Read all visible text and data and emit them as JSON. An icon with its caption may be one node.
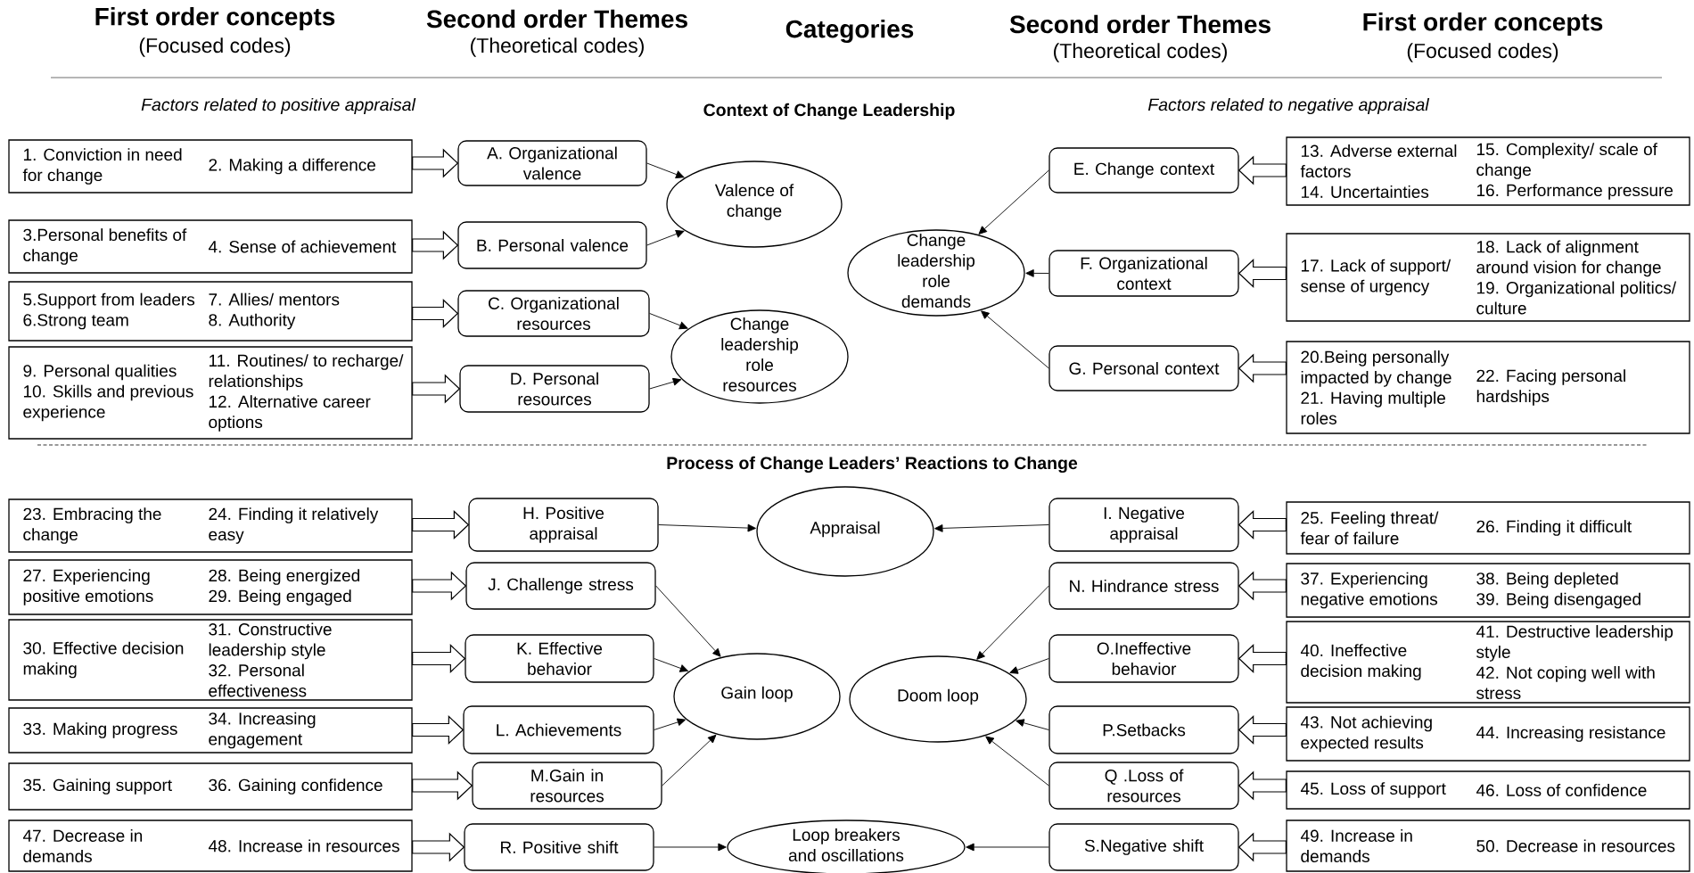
{
  "diagram": {
    "nodes": [
      {
        "text": [
          "1. Conviction in need for change",
          "2. Making a difference"
        ]
      },
      {
        "text": [
          "3.Personal benefits of change",
          "4. Sense of achievement"
        ]
      },
      {
        "text": [
          "5.Support from leaders",
          "6.Strong team",
          "7. Allies/ mentors",
          "8. Authority"
        ]
      },
      {
        "text": [
          "9. Personal qualities",
          "10. Skills and previous experience",
          "11. Routines/ to recharge/ relationships",
          "12. Alternative career options"
        ]
      },
      {
        "text": [
          "A. Organizational valence"
        ]
      },
      {
        "text": [
          "B. Personal valence"
        ]
      },
      {
        "text": [
          "C. Organizational resources"
        ]
      },
      {
        "text": [
          "D. Personal resources"
        ]
      },
      {
        "text": [
          "Valence of change"
        ]
      },
      {
        "text": [
          "Change leadership role resources"
        ]
      },
      {
        "text": [
          "Change leadership role demands"
        ]
      },
      {
        "text": [
          "E. Change context"
        ]
      },
      {
        "text": [
          "F. Organizational context"
        ]
      },
      {
        "text": [
          "G. Personal context"
        ]
      },
      {
        "text": [
          "13. Adverse external factors",
          "14. Uncertainties",
          "15. Complexity/ scale of change",
          "16. Performance pressure"
        ]
      },
      {
        "text": [
          "17. Lack of support/ sense of urgency",
          "18. Lack of alignment around vision for change",
          "19. Organizational politics/ culture"
        ]
      },
      {
        "text": [
          "20.Being personally impacted by change",
          "21. Having multiple roles",
          "22. Facing personal hardships"
        ]
      },
      {
        "text": [
          "23. Embracing the change",
          "24. Finding it relatively easy"
        ]
      },
      {
        "text": [
          "27. Experiencing positive emotions",
          "28. Being energized",
          "29. Being engaged"
        ]
      },
      {
        "text": [
          "30. Effective decision making",
          "31. Constructive leadership style",
          "32. Personal effectiveness"
        ]
      },
      {
        "text": [
          "33. Making progress",
          "34. Increasing engagement"
        ]
      },
      {
        "text": [
          "35. Gaining support",
          "36. Gaining confidence"
        ]
      },
      {
        "text": [
          "47. Decrease in demands",
          "48. Increase in resources"
        ]
      },
      {
        "text": [
          "H. Positive appraisal"
        ]
      },
      {
        "text": [
          "J. Challenge stress"
        ]
      },
      {
        "text": [
          "K. Effective behavior"
        ]
      },
      {
        "text": [
          "L. Achievements"
        ]
      },
      {
        "text": [
          "M.Gain in resources"
        ]
      },
      {
        "text": [
          "R. Positive shift"
        ]
      },
      {
        "text": [
          "Appraisal"
        ]
      },
      {
        "text": [
          "Gain loop"
        ]
      },
      {
        "text": [
          "Doom loop"
        ]
      },
      {
        "text": [
          "Loop breakers and oscillations"
        ]
      },
      {
        "text": [
          "I. Negative appraisal"
        ]
      },
      {
        "text": [
          "N. Hindrance stress"
        ]
      },
      {
        "text": [
          "O.Ineffective behavior"
        ]
      },
      {
        "text": [
          "P.Setbacks"
        ]
      },
      {
        "text": [
          "Q .Loss of resources"
        ]
      },
      {
        "text": [
          "S.Negative shift"
        ]
      },
      {
        "text": [
          "25. Feeling threat/ fear of failure",
          "26. Finding it difficult"
        ]
      },
      {
        "text": [
          "37. Experiencing negative emotions",
          "38. Being depleted",
          "39. Being disengaged"
        ]
      },
      {
        "text": [
          "40. Ineffective decision making",
          "41. Destructive leadership style",
          "42. Not coping well with stress"
        ]
      },
      {
        "text": [
          "43. Not achieving expected results",
          "44. Increasing resistance"
        ]
      },
      {
        "text": [
          "45. Loss of support",
          "46. Loss of confidence"
        ]
      },
      {
        "text": [
          "49. Increase in demands",
          "50. Decrease in resources"
        ]
      }
    ],
    "edges": [
      {
        "from": 0,
        "to": 4,
        "arrow": "to",
        "style": "thick"
      },
      {
        "from": 1,
        "to": 5,
        "arrow": "to",
        "style": "thick"
      },
      {
        "from": 2,
        "to": 6,
        "arrow": "to",
        "style": "thick"
      },
      {
        "from": 3,
        "to": 7,
        "arrow": "to",
        "style": "thick"
      },
      {
        "from": 14,
        "to": 11,
        "arrow": "to",
        "style": "thick"
      },
      {
        "from": 15,
        "to": 12,
        "arrow": "to",
        "style": "thick"
      },
      {
        "from": 16,
        "to": 13,
        "arrow": "to",
        "style": "thick"
      },
      {
        "from": 17,
        "to": 23,
        "arrow": "to",
        "style": "thick"
      },
      {
        "from": 18,
        "to": 24,
        "arrow": "to",
        "style": "thick"
      },
      {
        "from": 19,
        "to": 25,
        "arrow": "to",
        "style": "thick"
      },
      {
        "from": 20,
        "to": 26,
        "arrow": "to",
        "style": "thick"
      },
      {
        "from": 21,
        "to": 27,
        "arrow": "to",
        "style": "thick"
      },
      {
        "from": 22,
        "to": 28,
        "arrow": "to",
        "style": "thick"
      },
      {
        "from": 39,
        "to": 33,
        "arrow": "to",
        "style": "thick"
      },
      {
        "from": 40,
        "to": 34,
        "arrow": "to",
        "style": "thick"
      },
      {
        "from": 41,
        "to": 35,
        "arrow": "to",
        "style": "thick"
      },
      {
        "from": 42,
        "to": 36,
        "arrow": "to",
        "style": "thick"
      },
      {
        "from": 43,
        "to": 37,
        "arrow": "to",
        "style": "thick"
      },
      {
        "from": 44,
        "to": 38,
        "arrow": "to",
        "style": "thick"
      },
      {
        "from": 4,
        "to": 8,
        "arrow": "to"
      },
      {
        "from": 5,
        "to": 8,
        "arrow": "to"
      },
      {
        "from": 6,
        "to": 9,
        "arrow": "to"
      },
      {
        "from": 7,
        "to": 9,
        "arrow": "to"
      },
      {
        "from": 11,
        "to": 10,
        "arrow": "to"
      },
      {
        "from": 12,
        "to": 10,
        "arrow": "to"
      },
      {
        "from": 13,
        "to": 10,
        "arrow": "to"
      },
      {
        "from": 23,
        "to": 29,
        "arrow": "to"
      },
      {
        "from": 24,
        "to": 30,
        "arrow": "to"
      },
      {
        "from": 25,
        "to": 30,
        "arrow": "to"
      },
      {
        "from": 26,
        "to": 30,
        "arrow": "to"
      },
      {
        "from": 27,
        "to": 30,
        "arrow": "to"
      },
      {
        "from": 28,
        "to": 32,
        "arrow": "to"
      },
      {
        "from": 33,
        "to": 29,
        "arrow": "to"
      },
      {
        "from": 34,
        "to": 31,
        "arrow": "to"
      },
      {
        "from": 35,
        "to": 31,
        "arrow": "to"
      },
      {
        "from": 36,
        "to": 31,
        "arrow": "to"
      },
      {
        "from": 37,
        "to": 31,
        "arrow": "to"
      },
      {
        "from": 38,
        "to": 32,
        "arrow": "to"
      }
    ],
    "labels": [
      "First order concepts",
      "(Focused codes)",
      "Second order Themes",
      "(Theoretical codes)",
      "Categories",
      "Second order Themes",
      "(Theoretical codes)",
      "First order concepts",
      "(Focused codes)",
      "Factors related to positive appraisal",
      "Context of Change Leadership",
      "Factors related to negative appraisal",
      "Process of Change Leaders’ Reactions to Change"
    ]
  }
}
